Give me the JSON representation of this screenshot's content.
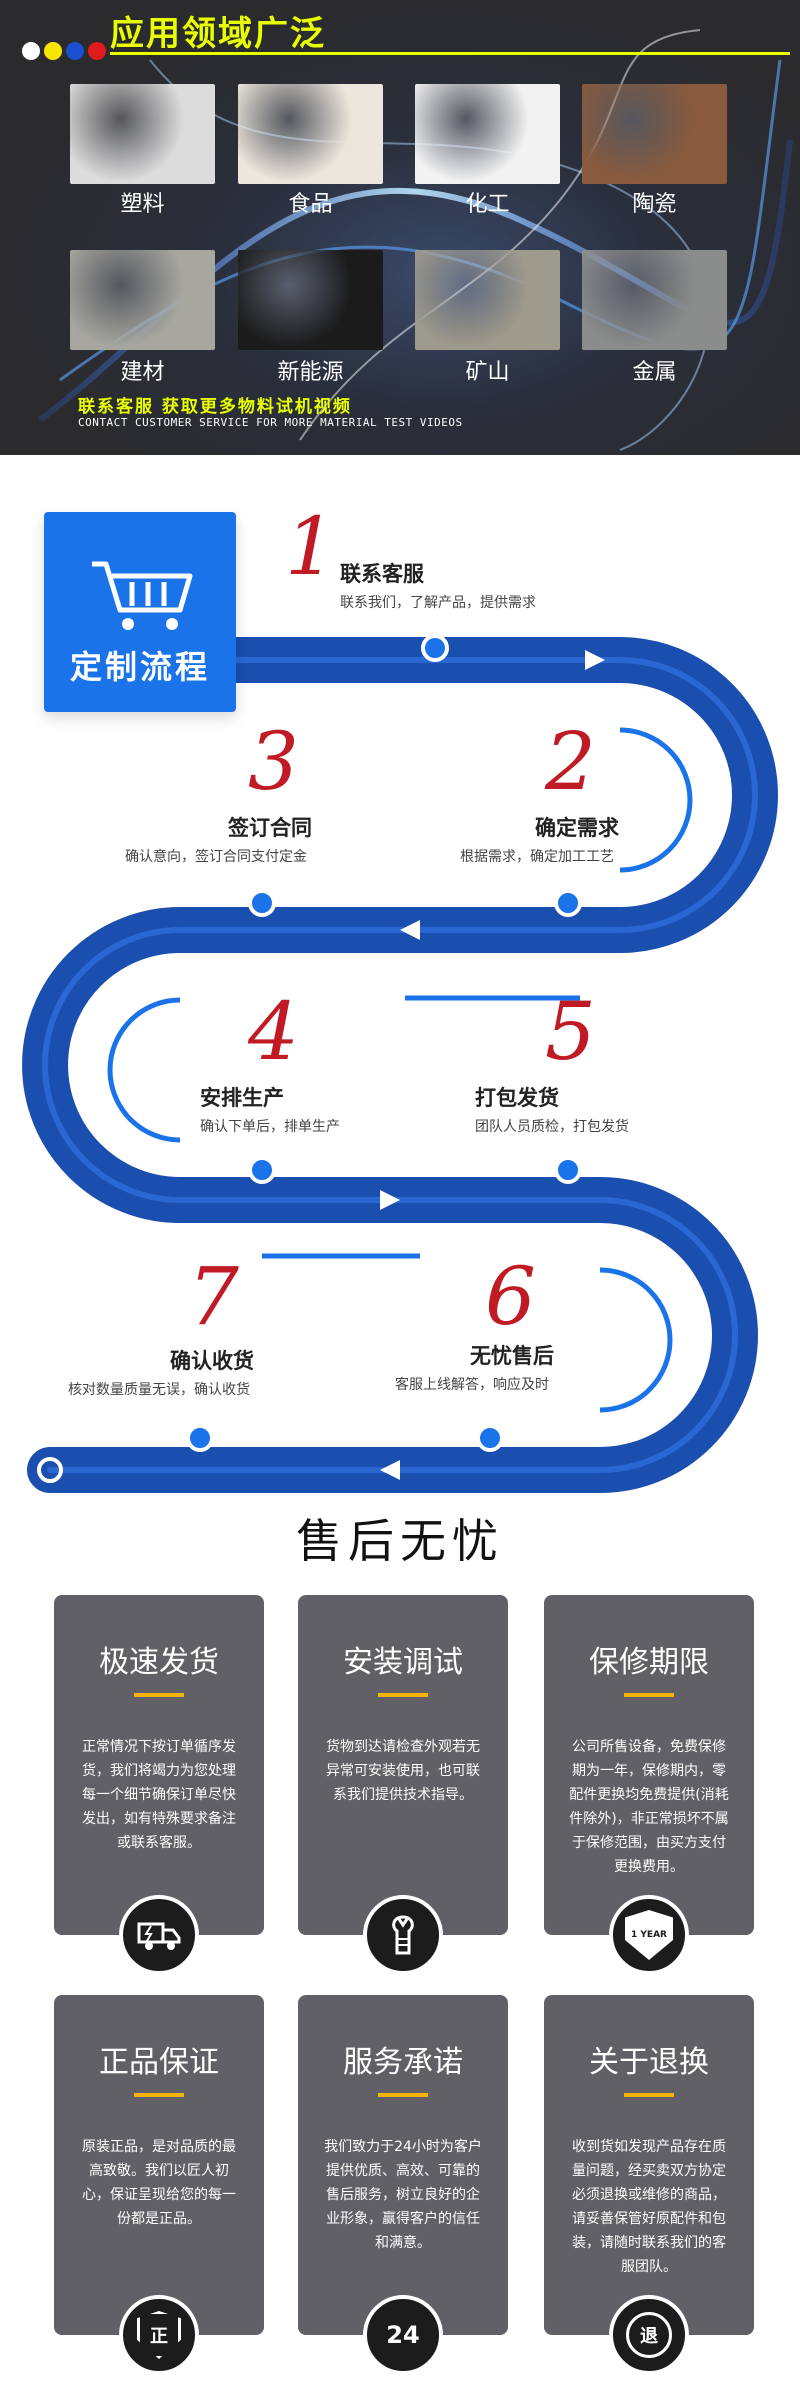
{
  "banner": {
    "title": "应用领域广泛",
    "dot_colors": [
      "#ffffff",
      "#f7e600",
      "#1a4fd0",
      "#e01b1b"
    ],
    "applications": [
      {
        "label": "塑料",
        "color": "#dcdcdc"
      },
      {
        "label": "食品",
        "color": "#ece6dc"
      },
      {
        "label": "化工",
        "color": "#f2f2f2"
      },
      {
        "label": "陶瓷",
        "color": "#8a5a3c"
      },
      {
        "label": "建材",
        "color": "#a7a7a0"
      },
      {
        "label": "新能源",
        "color": "#1b1b1b"
      },
      {
        "label": "矿山",
        "color": "#9e9a8c"
      },
      {
        "label": "金属",
        "color": "#8b8d8c"
      }
    ],
    "contact_cn": "联系客服  获取更多物料试机视频",
    "contact_en": "CONTACT CUSTOMER SERVICE FOR MORE MATERIAL TEST VIDEOS"
  },
  "process": {
    "title": "定制流程",
    "icon": "shopping-cart-icon",
    "colors": {
      "path": "#1a4fb0",
      "accent": "#1a73e8",
      "number": "#c01a24"
    },
    "steps": [
      {
        "num": "1",
        "title": "联系客服",
        "desc": "联系我们，了解产品，提供需求"
      },
      {
        "num": "2",
        "title": "确定需求",
        "desc": "根据需求，确定加工工艺"
      },
      {
        "num": "3",
        "title": "签订合同",
        "desc": "确认意向，签订合同支付定金"
      },
      {
        "num": "4",
        "title": "安排生产",
        "desc": "确认下单后，排单生产"
      },
      {
        "num": "5",
        "title": "打包发货",
        "desc": "团队人员质检，打包发货"
      },
      {
        "num": "6",
        "title": "无忧售后",
        "desc": "客服上线解答，响应及时"
      },
      {
        "num": "7",
        "title": "确认收货",
        "desc": "核对数量质量无误，确认收货"
      }
    ]
  },
  "after_sales": {
    "title": "售后无忧",
    "cards": [
      {
        "title": "极速发货",
        "text": "正常情况下按订单循序发货，我们将竭力为您处理每一个细节确保订单尽快发出，如有特殊要求备注或联系客服。",
        "icon": "fast-delivery-truck-icon"
      },
      {
        "title": "安装调试",
        "text": "货物到达请检查外观若无异常可安装使用，也可联系我们提供技术指导。",
        "icon": "wrench-hand-icon"
      },
      {
        "title": "保修期限",
        "text": "公司所售设备，免费保修期为一年，保修期内，零配件更换均免费提供(消耗件除外)，非正常损坏不属于保修范围，由买方支付更换费用。",
        "icon": "warranty-shield-icon",
        "icon_text": "1 YEAR"
      },
      {
        "title": "正品保证",
        "text": "原装正品，是对品质的最高致敬。我们以匠人初心，保证呈现给您的每一份都是正品。",
        "icon": "genuine-shield-icon",
        "icon_text": "正"
      },
      {
        "title": "服务承诺",
        "text": "我们致力于24小时为客户提供优质、高效、可靠的售后服务，树立良好的企业形象，赢得客户的信任和满意。",
        "icon": "24-hours-phone-icon",
        "icon_text": "24"
      },
      {
        "title": "关于退换",
        "text": "收到货如发现产品存在质量问题，经买卖双方协定必须退换或维修的商品，请妥善保管好原配件和包装，请随时联系我们的客服团队。",
        "icon": "return-exchange-icon",
        "icon_text": "退"
      }
    ]
  }
}
